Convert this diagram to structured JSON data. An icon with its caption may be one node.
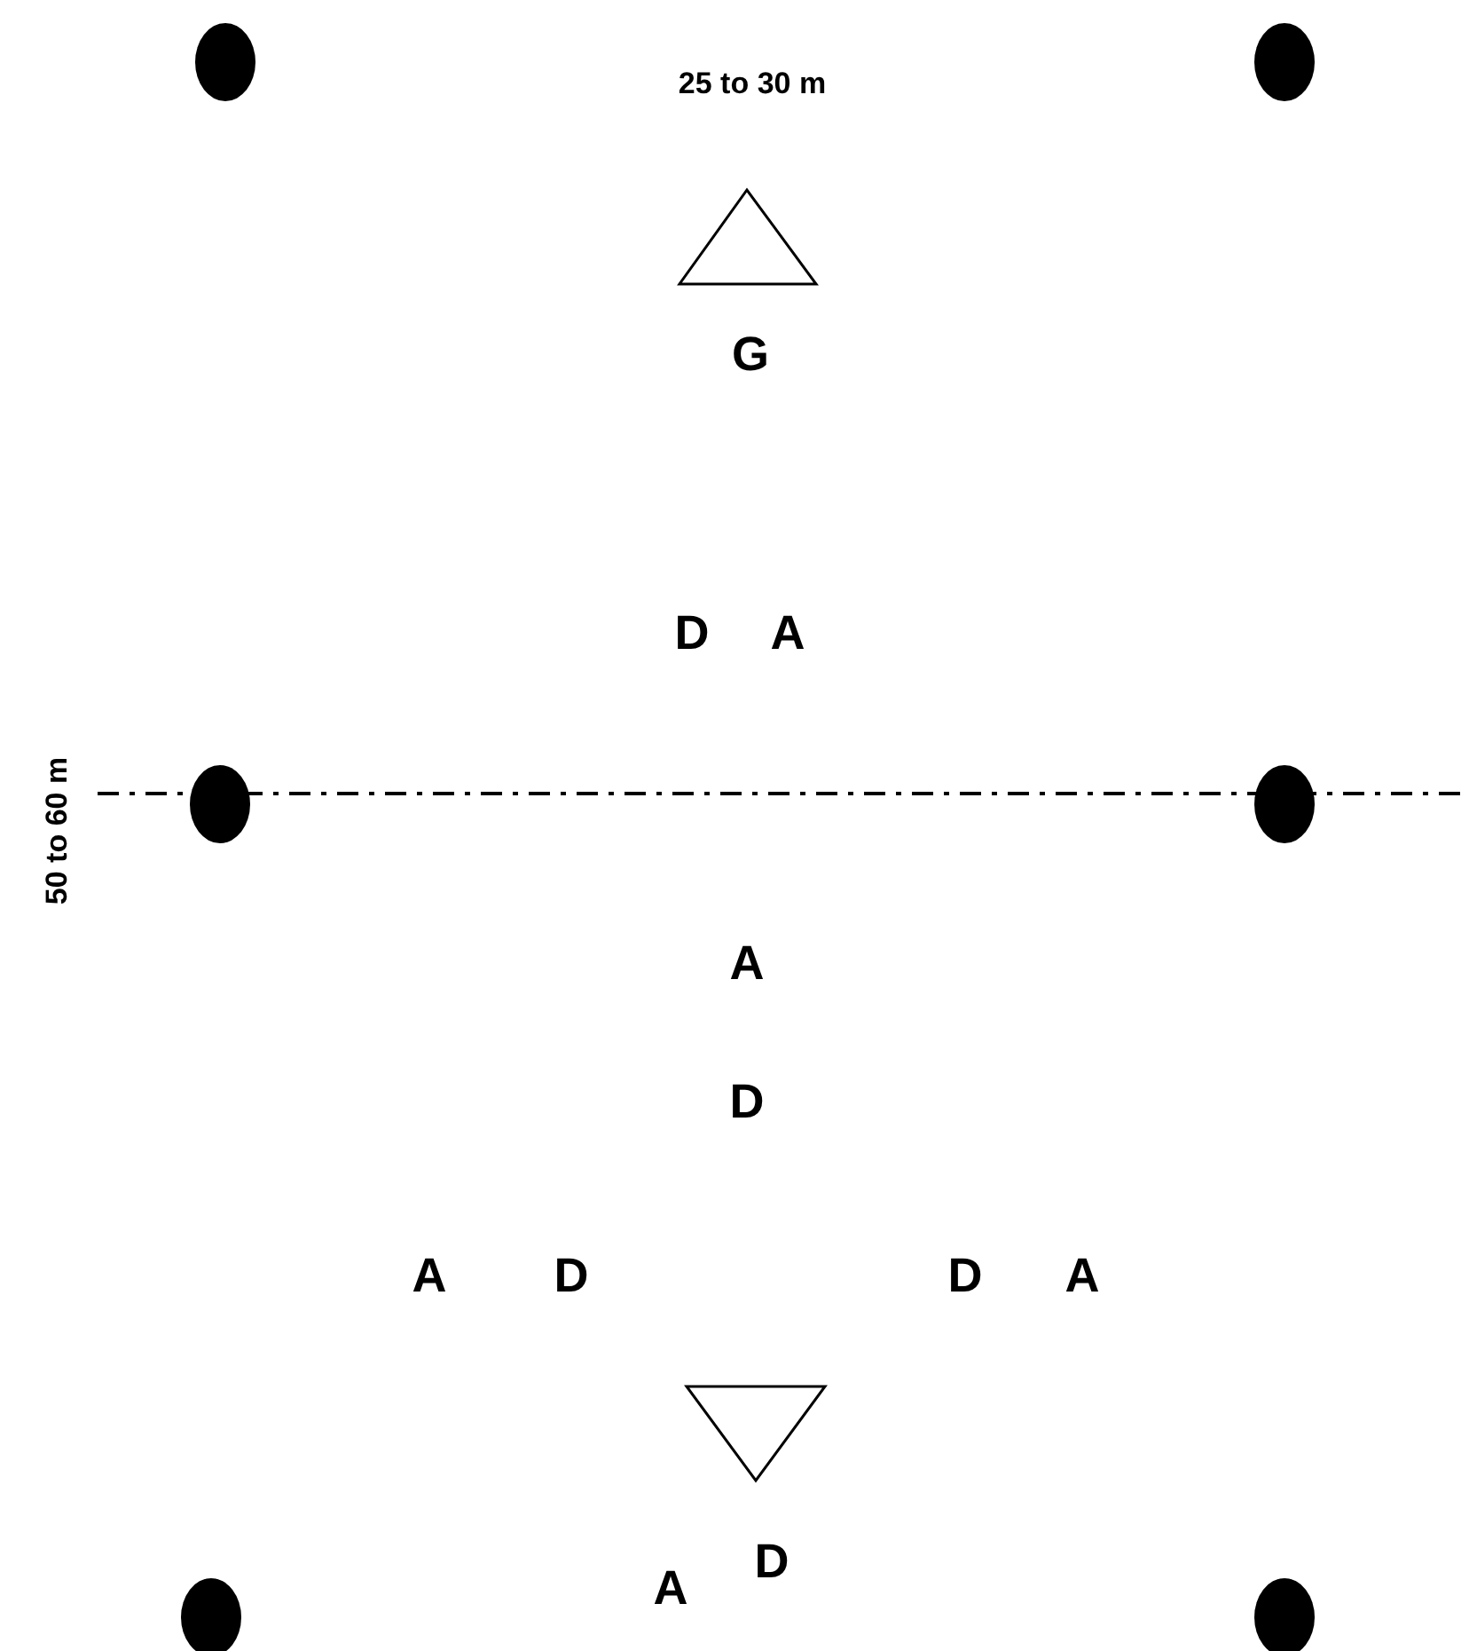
{
  "diagram": {
    "nodes": [
      {
        "text": [],
        "shape": "triangle"
      },
      {
        "text": [],
        "shape": "triangle"
      }
    ],
    "labels": [
      "25 to 30 m",
      "G",
      "D",
      "A",
      "50 to 60 m",
      "A",
      "D",
      "A",
      "D",
      "D",
      "A",
      "A",
      "D"
    ]
  }
}
